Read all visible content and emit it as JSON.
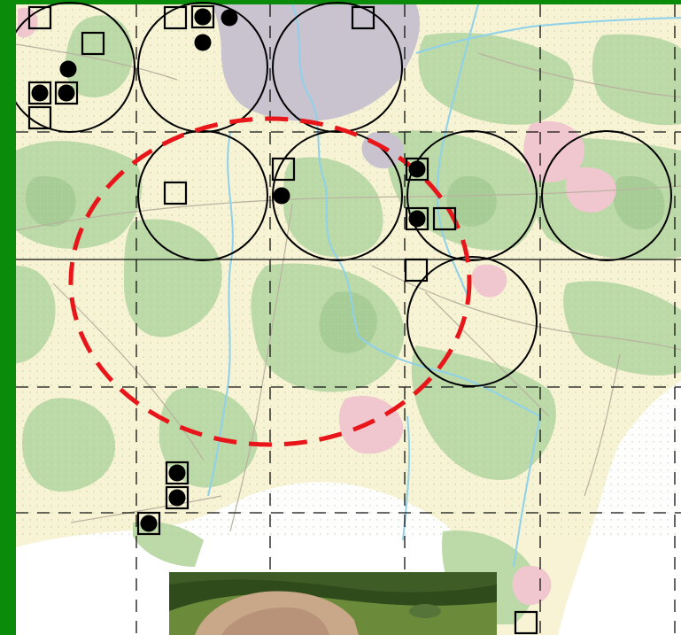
{
  "colors": {
    "frame": "#0a8c0a",
    "land": "#f7f3d4",
    "forest": "#bcd9a8",
    "forest_dark": "#a8cc96",
    "urban": "#c8c3cf",
    "pink": "#f0c6cf",
    "river": "#8fd1ea",
    "road": "#b9b1a0",
    "grid": "#111111",
    "circle": "#000000",
    "highlight": "#e8161a",
    "marker": "#000000",
    "photo_dark": "#2f4a1b",
    "photo_mid": "#6b8a3a",
    "photo_skin": "#c9a889"
  },
  "legend": {
    "marker_types": [
      "open-square",
      "filled-dot",
      "dot-in-square"
    ]
  },
  "markers": {
    "open_squares": [
      [
        45,
        20
      ],
      [
        105,
        49
      ],
      [
        45,
        133
      ],
      [
        198,
        20
      ],
      [
        410,
        20
      ],
      [
        198,
        218
      ],
      [
        320,
        191
      ],
      [
        502,
        247
      ],
      [
        470,
        305
      ],
      [
        594,
        703
      ]
    ],
    "dots": [
      [
        229,
        19
      ],
      [
        259,
        20
      ],
      [
        229,
        48
      ],
      [
        77,
        78
      ],
      [
        318,
        221
      ]
    ],
    "dot_squares": [
      [
        45,
        105
      ],
      [
        75,
        105
      ],
      [
        229,
        19
      ],
      [
        471,
        191
      ],
      [
        471,
        247
      ],
      [
        200,
        534
      ],
      [
        200,
        562
      ],
      [
        168,
        591
      ]
    ]
  },
  "survey_circles": [
    [
      79,
      76
    ],
    [
      229,
      76
    ],
    [
      381,
      76
    ],
    [
      229,
      221
    ],
    [
      381,
      221
    ],
    [
      533,
      221
    ],
    [
      685,
      221
    ],
    [
      533,
      363
    ]
  ]
}
